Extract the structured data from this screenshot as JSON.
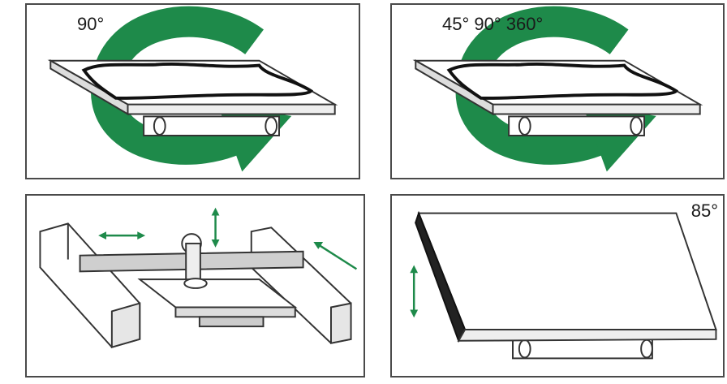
{
  "panels": [
    {
      "label": "90°",
      "icon": "rotate-arrow-icon"
    },
    {
      "label": "45° 90° 360°",
      "icon": "rotate-arrow-icon"
    },
    {
      "label": "",
      "icon": ""
    },
    {
      "label": "85°",
      "icon": ""
    }
  ],
  "colors": {
    "arrow": "#1e8a4a",
    "stroke": "#333333",
    "frame": "#4a4a4a"
  }
}
